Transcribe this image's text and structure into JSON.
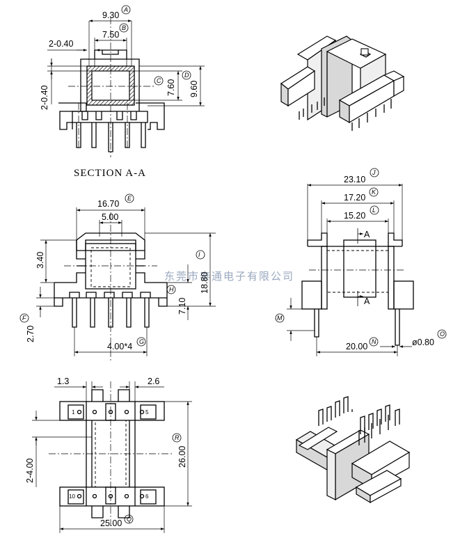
{
  "title": "",
  "section_label": "SECTION A-A",
  "watermark": "东莞市泰通电子有限公司",
  "section_cut_letter": "A",
  "dimensions": {
    "A": {
      "letter": "A",
      "value": "9.30"
    },
    "B": {
      "letter": "B",
      "value": "7.50"
    },
    "C": {
      "letter": "C",
      "value": "7.60"
    },
    "D": {
      "letter": "D",
      "value": "9.60"
    },
    "wall_h": "2-0.40",
    "wall_v": "2-0.40",
    "E": {
      "letter": "E",
      "value": "16.70"
    },
    "slot": "5.00",
    "flange": "3.40",
    "I": {
      "letter": "I",
      "value": "18.80"
    },
    "H": {
      "letter": "H",
      "value": "7.10"
    },
    "F": {
      "letter": "F",
      "value": "2.70"
    },
    "G": {
      "letter": "G",
      "value": "4.00*4"
    },
    "J": {
      "letter": "J",
      "value": "23.10"
    },
    "K": {
      "letter": "K",
      "value": "17.20"
    },
    "L": {
      "letter": "L",
      "value": "15.20"
    },
    "M": {
      "letter": "M",
      "value": ""
    },
    "N": {
      "letter": "N",
      "value": "20.00"
    },
    "O": {
      "letter": "O",
      "value": "ø0.80"
    },
    "pin_off_l": "1.3",
    "pin_off_r": "2.6",
    "hole_pitch": "2-4.00",
    "R": {
      "letter": "R",
      "value": "26.00"
    },
    "Q": {
      "letter": "Q",
      "value": "25.00"
    }
  },
  "pins": {
    "p1": "1",
    "p5": "5",
    "p10": "10",
    "p6": "6"
  }
}
